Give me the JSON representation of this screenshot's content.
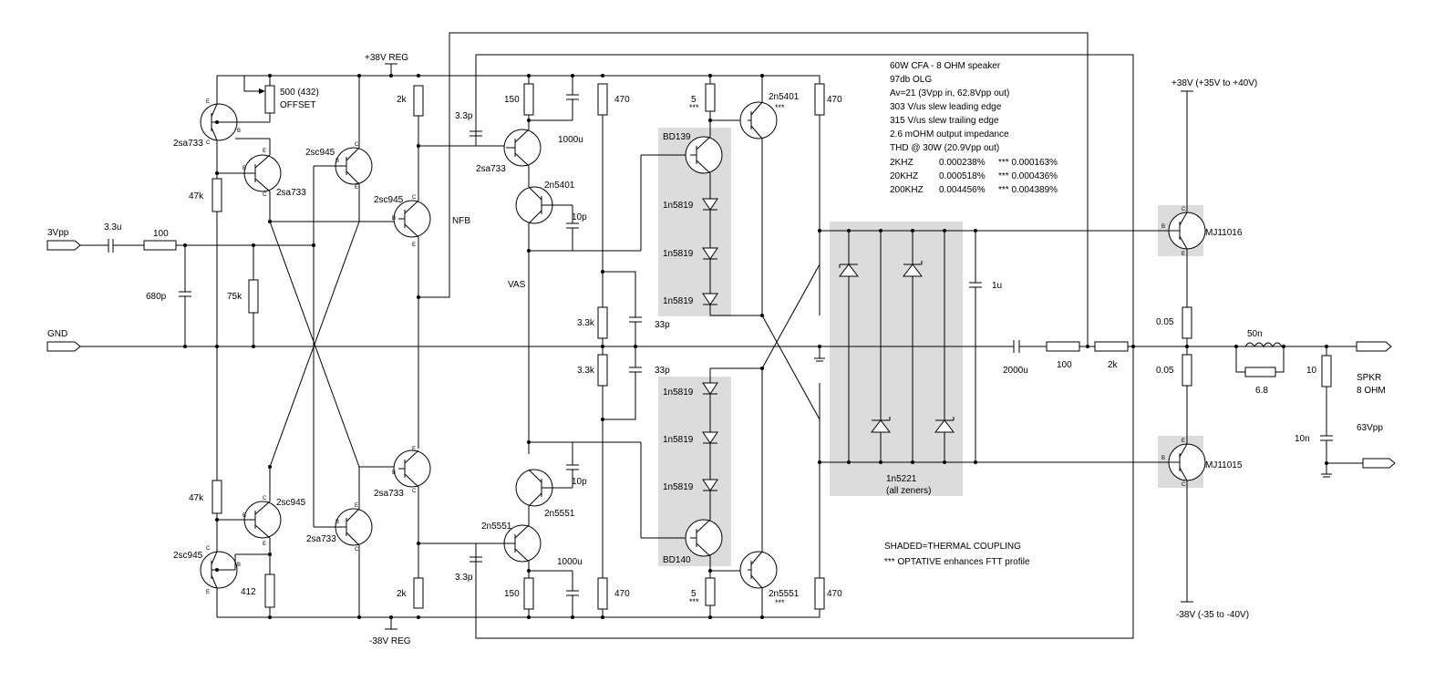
{
  "ports": {
    "input": "3Vpp",
    "ground": "GND"
  },
  "supplies": {
    "pos_reg": "+38V REG",
    "neg_reg": "-38V REG",
    "pos_out": "+38V (+35V to +40V)",
    "neg_out": "-38V (-35 to -40V)"
  },
  "trimmer": {
    "value": "500 (432)",
    "label": "OFFSET"
  },
  "labels": {
    "nfb": "NFB",
    "vas": "VAS",
    "speaker_1": "SPKR",
    "speaker_2": "8 OHM",
    "output_level": "63Vpp",
    "zener_part": "1n5221",
    "zener_note": "(all zeners)"
  },
  "specs": [
    "60W CFA - 8 OHM speaker",
    "97db OLG",
    "Av=21 (3Vpp in, 62.8Vpp out)",
    "303 V/us slew leading edge",
    "315 V/us slew trailing edge",
    "2.6 mOHM output impedance",
    "THD @ 30W (20.9Vpp out)"
  ],
  "thd_table": [
    {
      "freq": "2KHZ",
      "thd": "0.000238%",
      "opt": "*** 0.000163%"
    },
    {
      "freq": "20KHZ",
      "thd": "0.000518%",
      "opt": "*** 0.000436%"
    },
    {
      "freq": "200KHZ",
      "thd": "0.004456%",
      "opt": "*** 0.004389%"
    }
  ],
  "notes": [
    "SHADED=THERMAL COUPLING",
    "*** OPTATIVE enhances FTT profile"
  ],
  "input_stage": {
    "c_in": "3.3u",
    "r_in": "100",
    "c_shunt": "680p",
    "r_bias": "75k"
  },
  "current_mirror": {
    "r_top": "47k",
    "r_bot": "47k",
    "r_emit": "412",
    "q_top_outer": "2sa733",
    "q_top_inner": "2sa733",
    "q_bot_outer": "2sc945",
    "q_bot_inner": "2sc945",
    "q_cross_top": "2sc945",
    "q_cross_bot": "2sa733"
  },
  "diff_stage": {
    "q_top": "2sc945",
    "q_bot": "2sa733",
    "r_top": "2k",
    "r_bot": "2k"
  },
  "vas_stage": {
    "c_top": "3.3p",
    "c_bot": "3.3p",
    "r_top": "150",
    "r_bot": "150",
    "c_big_top": "1000u",
    "c_big_bot": "1000u",
    "q_top": "2sa733",
    "q_top_vas": "2n5401",
    "q_bot_vas": "2n5551",
    "q_bot": "2n5551",
    "c_mill_top": "10p",
    "c_mill_bot": "10p",
    "r_col_top": "470",
    "r_col_bot": "470",
    "r_mid_top": "3.3k",
    "r_mid_bot": "3.3k",
    "c_mid_top": "33p",
    "c_mid_bot": "33p"
  },
  "bias_stage": {
    "q_top": "BD139",
    "q_bot": "BD140",
    "diode": "1n5819",
    "r_top": "5",
    "r_bot": "5",
    "note": "***",
    "q_drv_top": "2n5401",
    "q_drv_bot": "2n5551",
    "r_drv_top": "470",
    "r_drv_bot": "470"
  },
  "output_stage": {
    "c_boot": "1u",
    "c_dc": "2000u",
    "r_fb1": "100",
    "r_fb2": "2k",
    "q_top": "MJ11016",
    "q_bot": "MJ11015",
    "r_e_top": "0.05",
    "r_e_bot": "0.05",
    "inductor": "50n",
    "r_damp": "6.8",
    "r_zobel": "10",
    "c_zobel": "10n"
  },
  "pin_letters": {
    "b": "B",
    "c": "C",
    "e": "E"
  }
}
